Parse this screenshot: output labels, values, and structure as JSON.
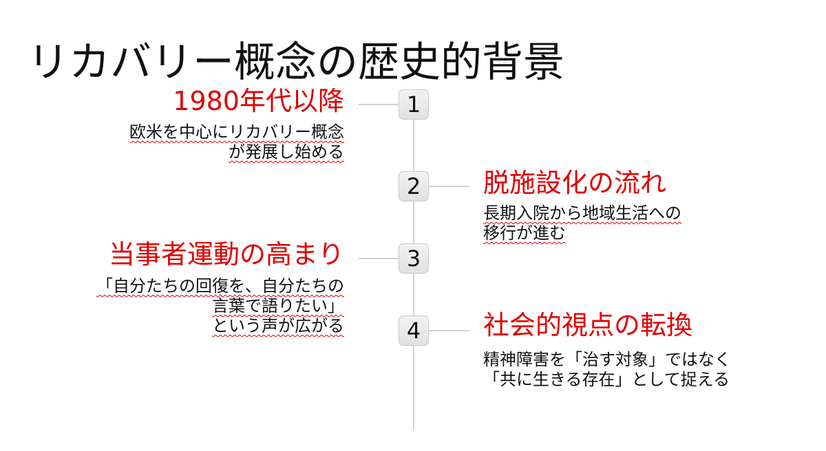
{
  "slide": {
    "title": "リカバリー概念の歴史的背景"
  },
  "timeline": {
    "items": [
      {
        "number": "1",
        "heading": "1980年代以降",
        "lines": [
          "欧米を中心にリカバリー概念",
          "が発展し始める"
        ]
      },
      {
        "number": "2",
        "heading": "脱施設化の流れ",
        "lines": [
          "長期入院から地域生活への",
          "移行が進む"
        ]
      },
      {
        "number": "3",
        "heading": "当事者運動の高まり",
        "lines": [
          "「自分たちの回復を、自分たちの",
          "言葉で語りたい」",
          "という声が広がる"
        ]
      },
      {
        "number": "4",
        "heading": "社会的視点の転換",
        "lines": [
          "精神障害を「治す対象」ではなく",
          "「共に生きる存在」として捉える"
        ]
      }
    ]
  },
  "colors": {
    "accent": "#e00000",
    "line": "#cfcfcf",
    "badge_fill": "#e6e6e6",
    "text": "#111111"
  }
}
